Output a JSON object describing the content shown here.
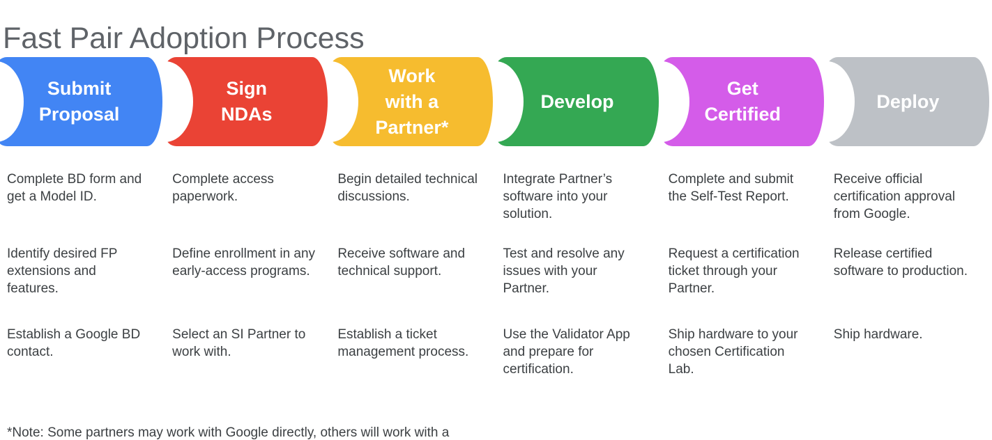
{
  "page": {
    "title": "Fast Pair Adoption Process",
    "note": "*Note: Some partners may work with Google directly, others will work with a Google Certified Fast Pair System Integrators (SI)."
  },
  "stages": [
    {
      "label": "Submit\nProposal",
      "color": "#4285f4",
      "steps": [
        "Complete BD form and get a Model ID.",
        "Identify desired FP extensions and features.",
        "Establish a Google BD contact."
      ]
    },
    {
      "label": "Sign\nNDAs",
      "color": "#ea4335",
      "steps": [
        "Complete access paperwork.",
        "Define enrollment in any early-access programs.",
        "Select an SI Partner to work with."
      ]
    },
    {
      "label": "Work\nwith a\nPartner*",
      "color": "#f6bc2f",
      "steps": [
        "Begin detailed technical discussions.",
        "Receive software and technical support.",
        "Establish a ticket management process."
      ]
    },
    {
      "label": "Develop",
      "color": "#34a853",
      "steps": [
        "Integrate Partner’s software into your solution.",
        "Test and resolve any issues with your Partner.",
        "Use the Validator App and prepare for certification."
      ]
    },
    {
      "label": "Get\nCertified",
      "color": "#d45ce9",
      "steps": [
        "Complete and submit the Self-Test Report.",
        "Request a certification ticket through your Partner.",
        "Ship hardware to your chosen Certification Lab."
      ]
    },
    {
      "label": "Deploy",
      "color": "#bdc1c6",
      "steps": [
        "Receive official certification approval from Google.",
        "Release certified software to production.",
        "Ship hardware."
      ]
    }
  ]
}
